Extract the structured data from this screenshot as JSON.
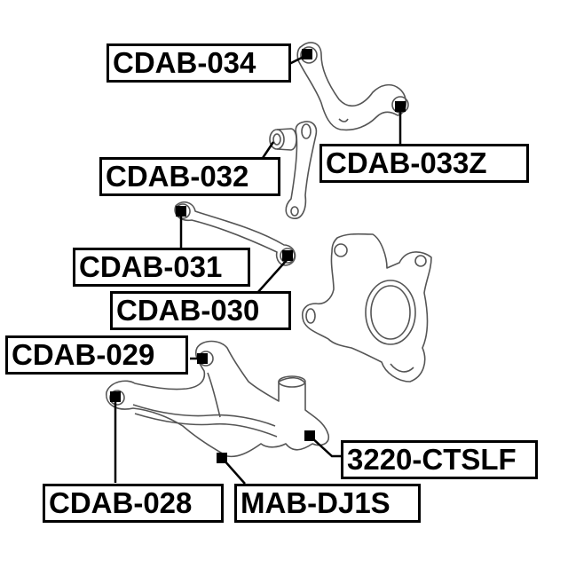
{
  "diagram": {
    "type": "parts-diagram",
    "subject": "rear suspension components",
    "labels": [
      {
        "id": "cdab-034",
        "text": "CDAB-034"
      },
      {
        "id": "cdab-033z",
        "text": "CDAB-033Z"
      },
      {
        "id": "cdab-032",
        "text": "CDAB-032"
      },
      {
        "id": "cdab-031",
        "text": "CDAB-031"
      },
      {
        "id": "cdab-030",
        "text": "CDAB-030"
      },
      {
        "id": "cdab-029",
        "text": "CDAB-029"
      },
      {
        "id": "cdab-028",
        "text": "CDAB-028"
      },
      {
        "id": "mab-dj1s",
        "text": "MAB-DJ1S"
      },
      {
        "id": "3220-ctslf",
        "text": "3220-CTSLF"
      }
    ],
    "colors": {
      "line": "#000000",
      "drawing": "#555555",
      "background": "#ffffff"
    }
  }
}
